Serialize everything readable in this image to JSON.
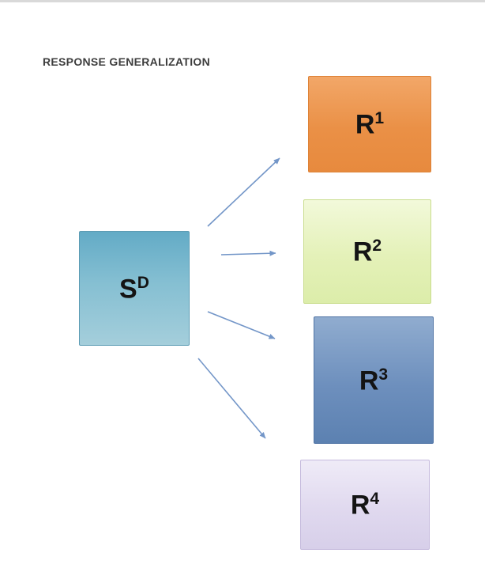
{
  "title": "RESPONSE GENERALIZATION",
  "colors": {
    "background": "#ffffff",
    "arrow": "#7396c8",
    "title_text": "#3d3d3d",
    "node_sd_fill": "#85bfd2",
    "node_r1_fill": "#ea9046",
    "node_r2_fill": "#e4f1b8",
    "node_r3_fill": "#6d8fbd",
    "node_r4_fill": "#e0d9ef"
  },
  "nodes": {
    "sd": {
      "base": "S",
      "sup": "D"
    },
    "r1": {
      "base": "R",
      "sup": "1"
    },
    "r2": {
      "base": "R",
      "sup": "2"
    },
    "r3": {
      "base": "R",
      "sup": "3"
    },
    "r4": {
      "base": "R",
      "sup": "4"
    }
  },
  "arrows": {
    "count": 4,
    "from": "sd",
    "to": [
      "r1",
      "r2",
      "r3",
      "r4"
    ]
  }
}
